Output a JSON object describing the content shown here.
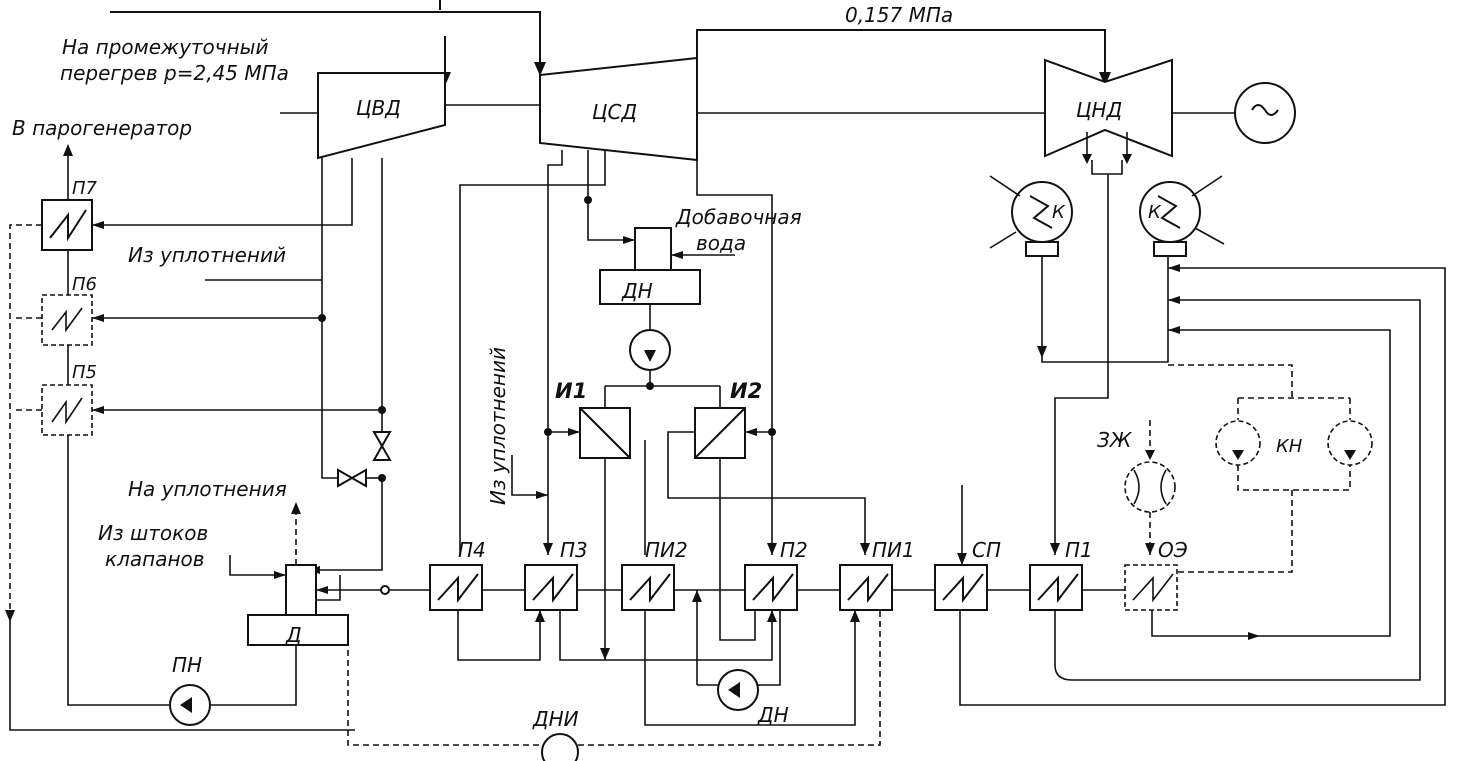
{
  "labels": {
    "pressure_top": "0,157 МПа",
    "reheat_line1": "На промежуточный",
    "reheat_line2": "перегрев p=2,45 МПа",
    "to_steam_gen": "В парогенератор",
    "from_seals_left": "Из уплотнений",
    "from_seals_vertical": "Из уплотнений",
    "to_seals": "На уплотнения",
    "from_rods_line1": "Из штоков",
    "from_rods_line2": "клапанов",
    "makeup_line1": "Добавочная",
    "makeup_line2": "вода",
    "zh": "ЗЖ",
    "kn": "КН"
  },
  "turbines": {
    "hp": "ЦВД",
    "ip": "ЦСД",
    "lp": "ЦНД"
  },
  "condensers": {
    "left": "К",
    "right": "К"
  },
  "heaters_hp": [
    "П7",
    "П6",
    "П5"
  ],
  "heaters_lp": [
    "П4",
    "П3",
    "ПИ2",
    "П2",
    "ПИ1",
    "СП",
    "П1",
    "ОЭ"
  ],
  "evaporators": [
    "И1",
    "И2"
  ],
  "deaerators": {
    "main": "Д",
    "makeup": "ДН"
  },
  "pumps": {
    "feed": "ПН",
    "drain": "ДН",
    "drain_aux": "ДНИ"
  }
}
